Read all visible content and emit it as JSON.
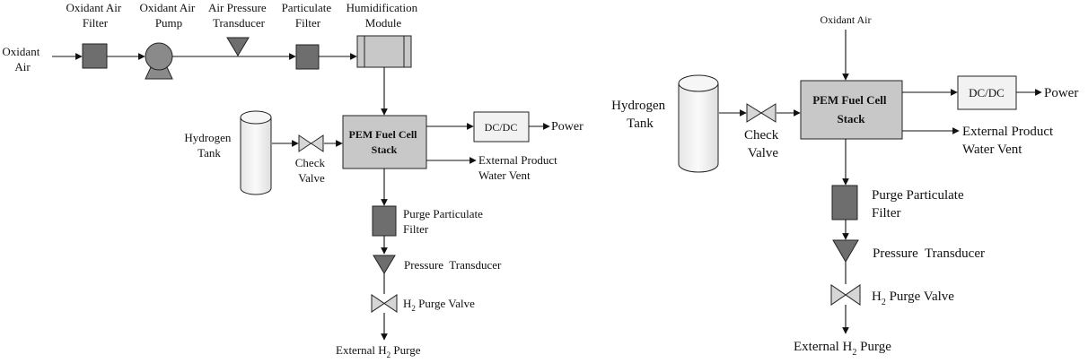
{
  "left_diagram": {
    "inlet_label_line1": "Oxidant",
    "inlet_label_line2": "Air",
    "air_filter_line1": "Oxidant Air",
    "air_filter_line2": "Filter",
    "pump_line1": "Oxidant Air",
    "pump_line2": "Pump",
    "air_transducer_line1": "Air Pressure",
    "air_transducer_line2": "Transducer",
    "particulate_line1": "Particulate",
    "particulate_line2": "Filter",
    "humid_line1": "Humidification",
    "humid_line2": "Module",
    "tank_line1": "Hydrogen",
    "tank_line2": "Tank",
    "check_line1": "Check",
    "check_line2": "Valve",
    "stack_line1": "PEM Fuel Cell",
    "stack_line2": "Stack",
    "dcdc": "DC/DC",
    "power": "Power",
    "vent_line1": "External Product",
    "vent_line2": "Water Vent",
    "purge_filter_line1": "Purge Particulate",
    "purge_filter_line2": "Filter",
    "pressure_transducer": "Pressure  Transducer",
    "purge_valve_prefix": "H",
    "purge_valve_sub": "2",
    "purge_valve_suffix": " Purge Valve",
    "outlet_prefix": "External H",
    "outlet_sub": "2",
    "outlet_suffix": " Purge"
  },
  "right_diagram": {
    "inlet_label": "Oxidant Air",
    "tank_line1": "Hydrogen",
    "tank_line2": "Tank",
    "check_line1": "Check",
    "check_line2": "Valve",
    "stack_line1": "PEM Fuel Cell",
    "stack_line2": "Stack",
    "dcdc": "DC/DC",
    "power": "Power",
    "vent_line1": "External Product",
    "vent_line2": "Water Vent",
    "purge_filter_line1": "Purge Particulate",
    "purge_filter_line2": "Filter",
    "pressure_transducer": "Pressure  Transducer",
    "purge_valve_prefix": "H",
    "purge_valve_sub": "2",
    "purge_valve_suffix": " Purge Valve",
    "outlet_prefix": "External H",
    "outlet_sub": "2",
    "outlet_suffix": " Purge"
  }
}
